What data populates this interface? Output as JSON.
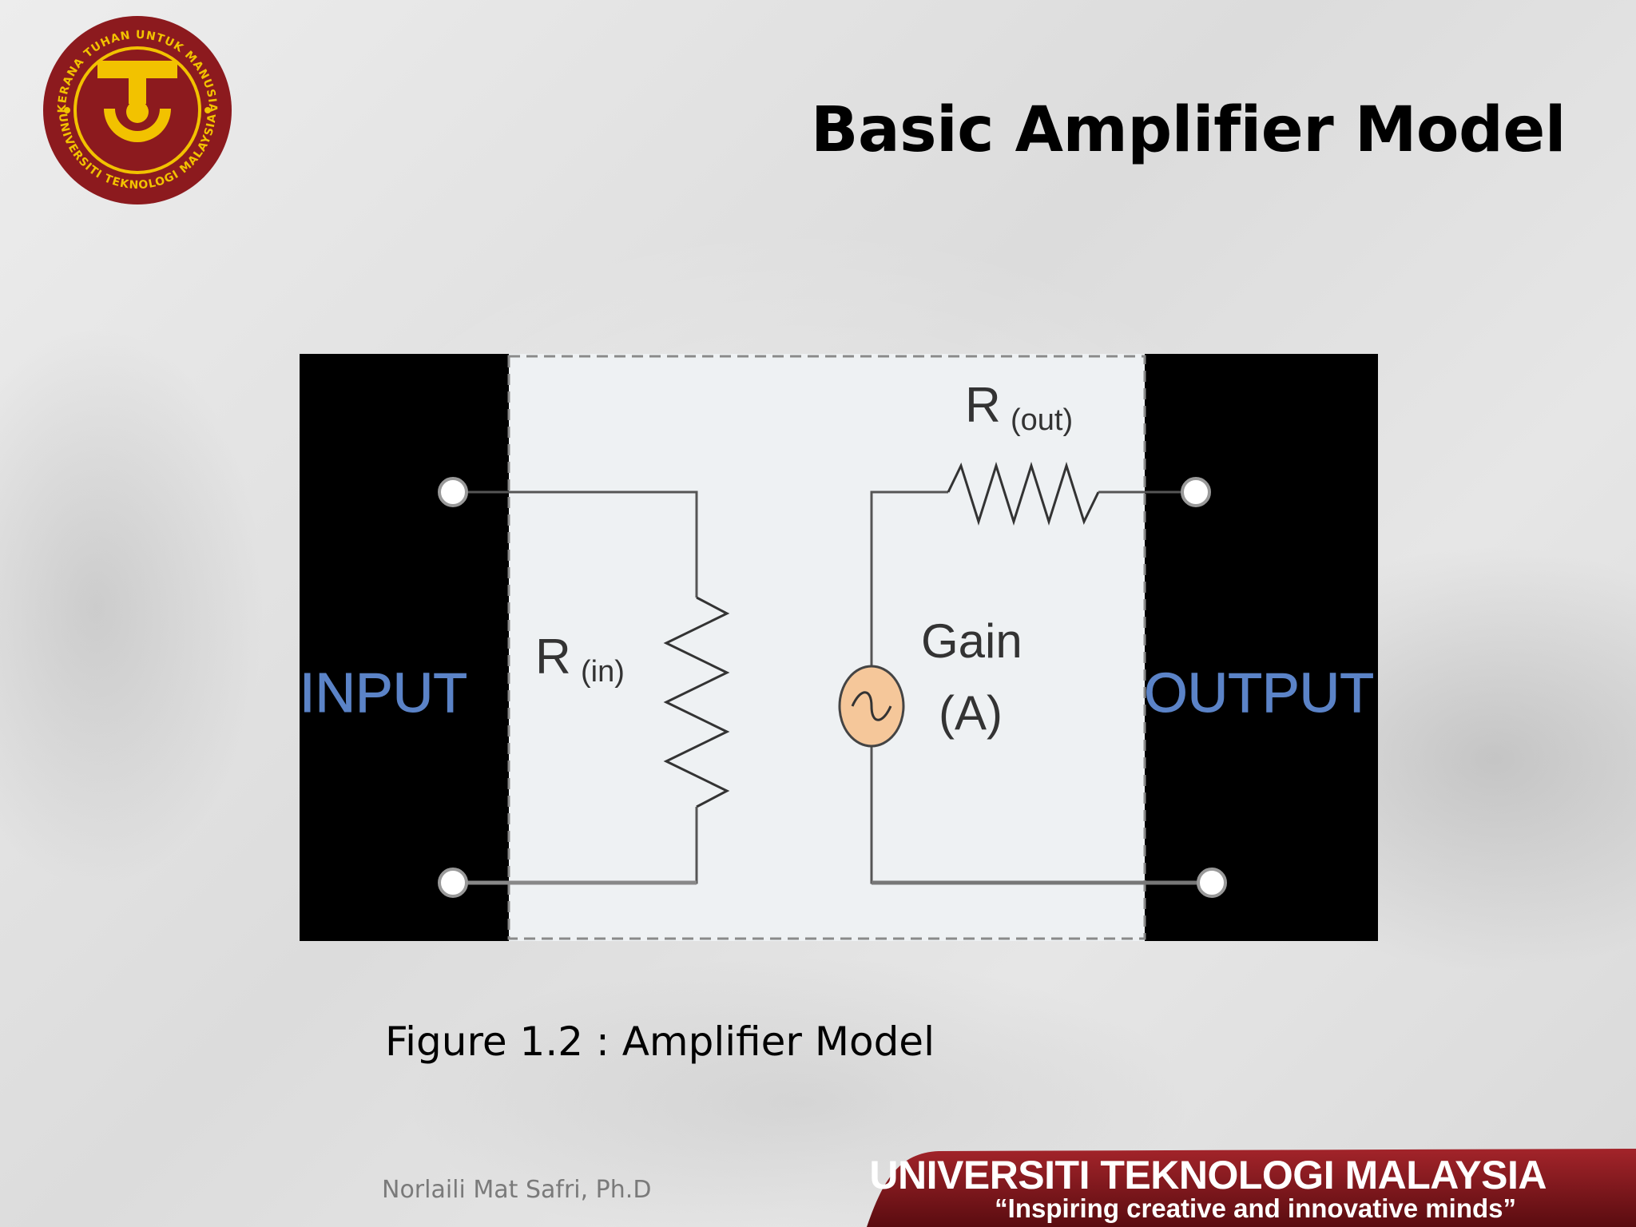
{
  "slide": {
    "title": "Basic Amplifier Model",
    "caption": "Figure 1.2 : Amplifier Model",
    "author": "Norlaili Mat Safri, Ph.D"
  },
  "logo": {
    "ring_text_top": "KERANA TUHAN UNTUK MANUSIA",
    "ring_text_bottom": "UNIVERSITI TEKNOLOGI MALAYSIA"
  },
  "diagram": {
    "input_label": "INPUT",
    "output_label": "OUTPUT",
    "rin_label": "R",
    "rin_sub": "(in)",
    "rout_label": "R",
    "rout_sub": "(out)",
    "gain_label": "Gain",
    "gain_sub": "(A)"
  },
  "footer": {
    "university": "UNIVERSITI TEKNOLOGI MALAYSIA",
    "slogan": "“Inspiring creative and innovative minds”"
  },
  "colors": {
    "maroon": "#8c1a1e",
    "gold": "#f2c200",
    "label_blue": "#5b83c7",
    "source_fill": "#f5c79a"
  }
}
